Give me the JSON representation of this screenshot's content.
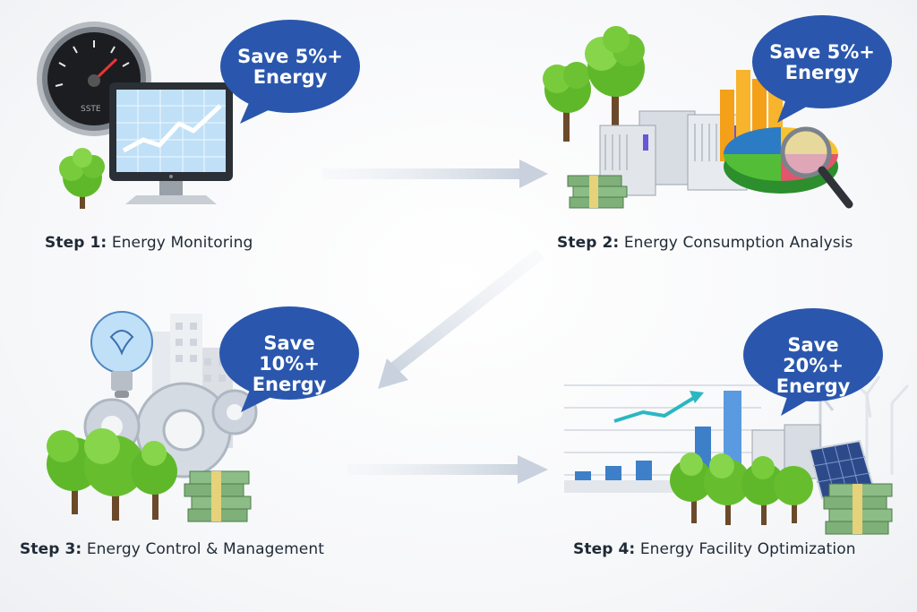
{
  "steps": [
    {
      "prefix": "Step 1:",
      "title": "Energy Monitoring",
      "save_line1": "Save 5%+",
      "save_line2": "Energy",
      "gauge_text": "SSTE"
    },
    {
      "prefix": "Step 2:",
      "title": "Energy Consumption Analysis",
      "save_line1": "Save 5%+",
      "save_line2": "Energy"
    },
    {
      "prefix": "Step 3:",
      "title": "Energy Control & Management",
      "save_line1": "Save 10%+",
      "save_line2": "Energy"
    },
    {
      "prefix": "Step 4:",
      "title": "Energy Facility Optimization",
      "save_line1": "Save 20%+",
      "save_line2": "Energy"
    }
  ],
  "colors": {
    "bubble": "#2a57ad",
    "tree": "#5fb82a",
    "money": "#7fb07a",
    "arrow": "#d3dae4"
  }
}
